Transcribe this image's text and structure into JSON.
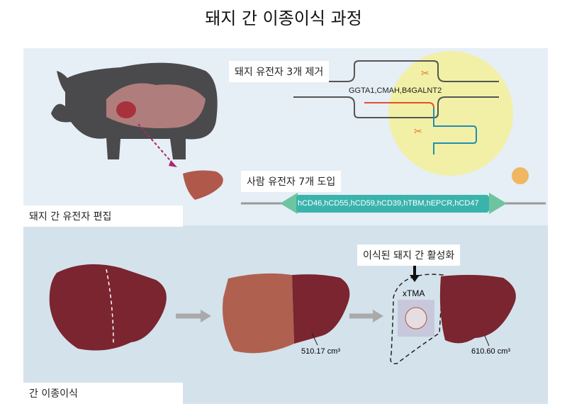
{
  "title": "돼지 간 이종이식 과정",
  "top_panel": {
    "label": "돼지 간 유전자 편집",
    "knockout_label": "돼지 유전자 3개 제거",
    "knockout_genes": "GGTA1,CMAH,B4GALNT2",
    "knockin_label": "사람 유전자 7개 도입",
    "knockin_genes": "hCD46,hCD55,hCD59,hCD39,hTBM,hEPCR,hCD47"
  },
  "bottom_panel": {
    "label": "간 이종이식",
    "activation_label": "이식된 돼지 간 활성화",
    "xtma_label": "xTMA",
    "volume_1": "510.17 cm³",
    "volume_2": "610.60 cm³"
  },
  "colors": {
    "liver": "#7a2530",
    "pig": "#4a4a4c",
    "gene_bar": "#3bb3ad",
    "yellow_circle": "#f2f0a6"
  }
}
